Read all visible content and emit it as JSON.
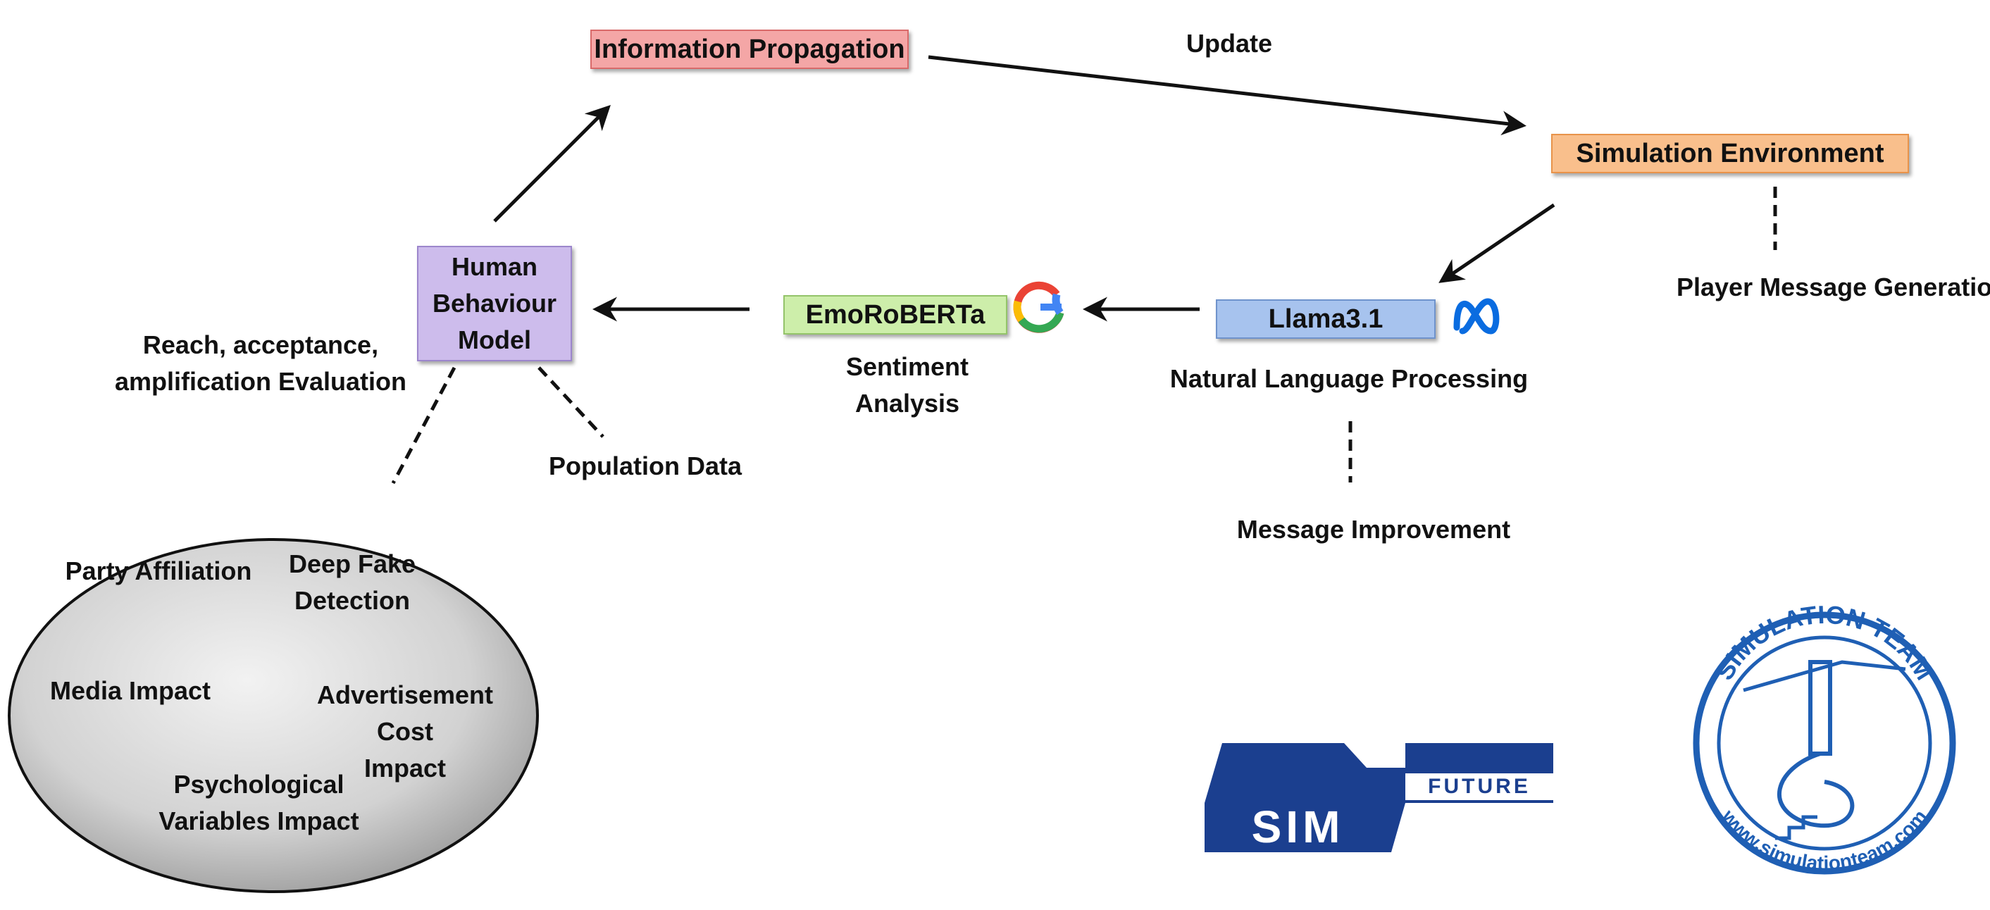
{
  "nodes": {
    "info_propagation": {
      "label": "Information Propagation",
      "color": "#f4a6a6",
      "border": "#d96a6a"
    },
    "simulation_env": {
      "label": "Simulation Environment",
      "color": "#f9bf8c",
      "border": "#e8934a"
    },
    "llama": {
      "label": "Llama3.1",
      "color": "#a7c3ee",
      "border": "#6f93cc"
    },
    "emoroberta": {
      "label": "EmoRoBERTa",
      "color": "#cdeeaa",
      "border": "#94c46a"
    },
    "human_behaviour": {
      "label": "Human\nBehaviour\nModel",
      "color": "#cdbcec",
      "border": "#9c86cc"
    }
  },
  "labels": {
    "update": "Update",
    "player_message": "Player Message Generation",
    "nlp": "Natural Language Processing",
    "message_improvement": "Message Improvement",
    "sentiment": "Sentiment\nAnalysis",
    "population": "Population Data",
    "reach": "Reach, acceptance,\namplification Evaluation"
  },
  "ellipse_items": {
    "party": "Party Affiliation",
    "deepfake": "Deep Fake\nDetection",
    "media": "Media Impact",
    "advert": "Advertisement Cost\nImpact",
    "psych": "Psychological\nVariables Impact"
  },
  "logos": {
    "google_icon": "google-icon",
    "meta_icon": "meta-icon",
    "simaf_text": "SIM",
    "simaf_side": "FUTURE",
    "simteam_top": "SIMULATION TEAM",
    "simteam_bottom": "www.simulationteam.com"
  },
  "colors": {
    "ellipse_fill_inner": "#f2f2f2",
    "ellipse_fill_outer": "#9a9a9a",
    "logo_blue": "#1b3f8f",
    "ring_blue": "#1f5fb4"
  }
}
